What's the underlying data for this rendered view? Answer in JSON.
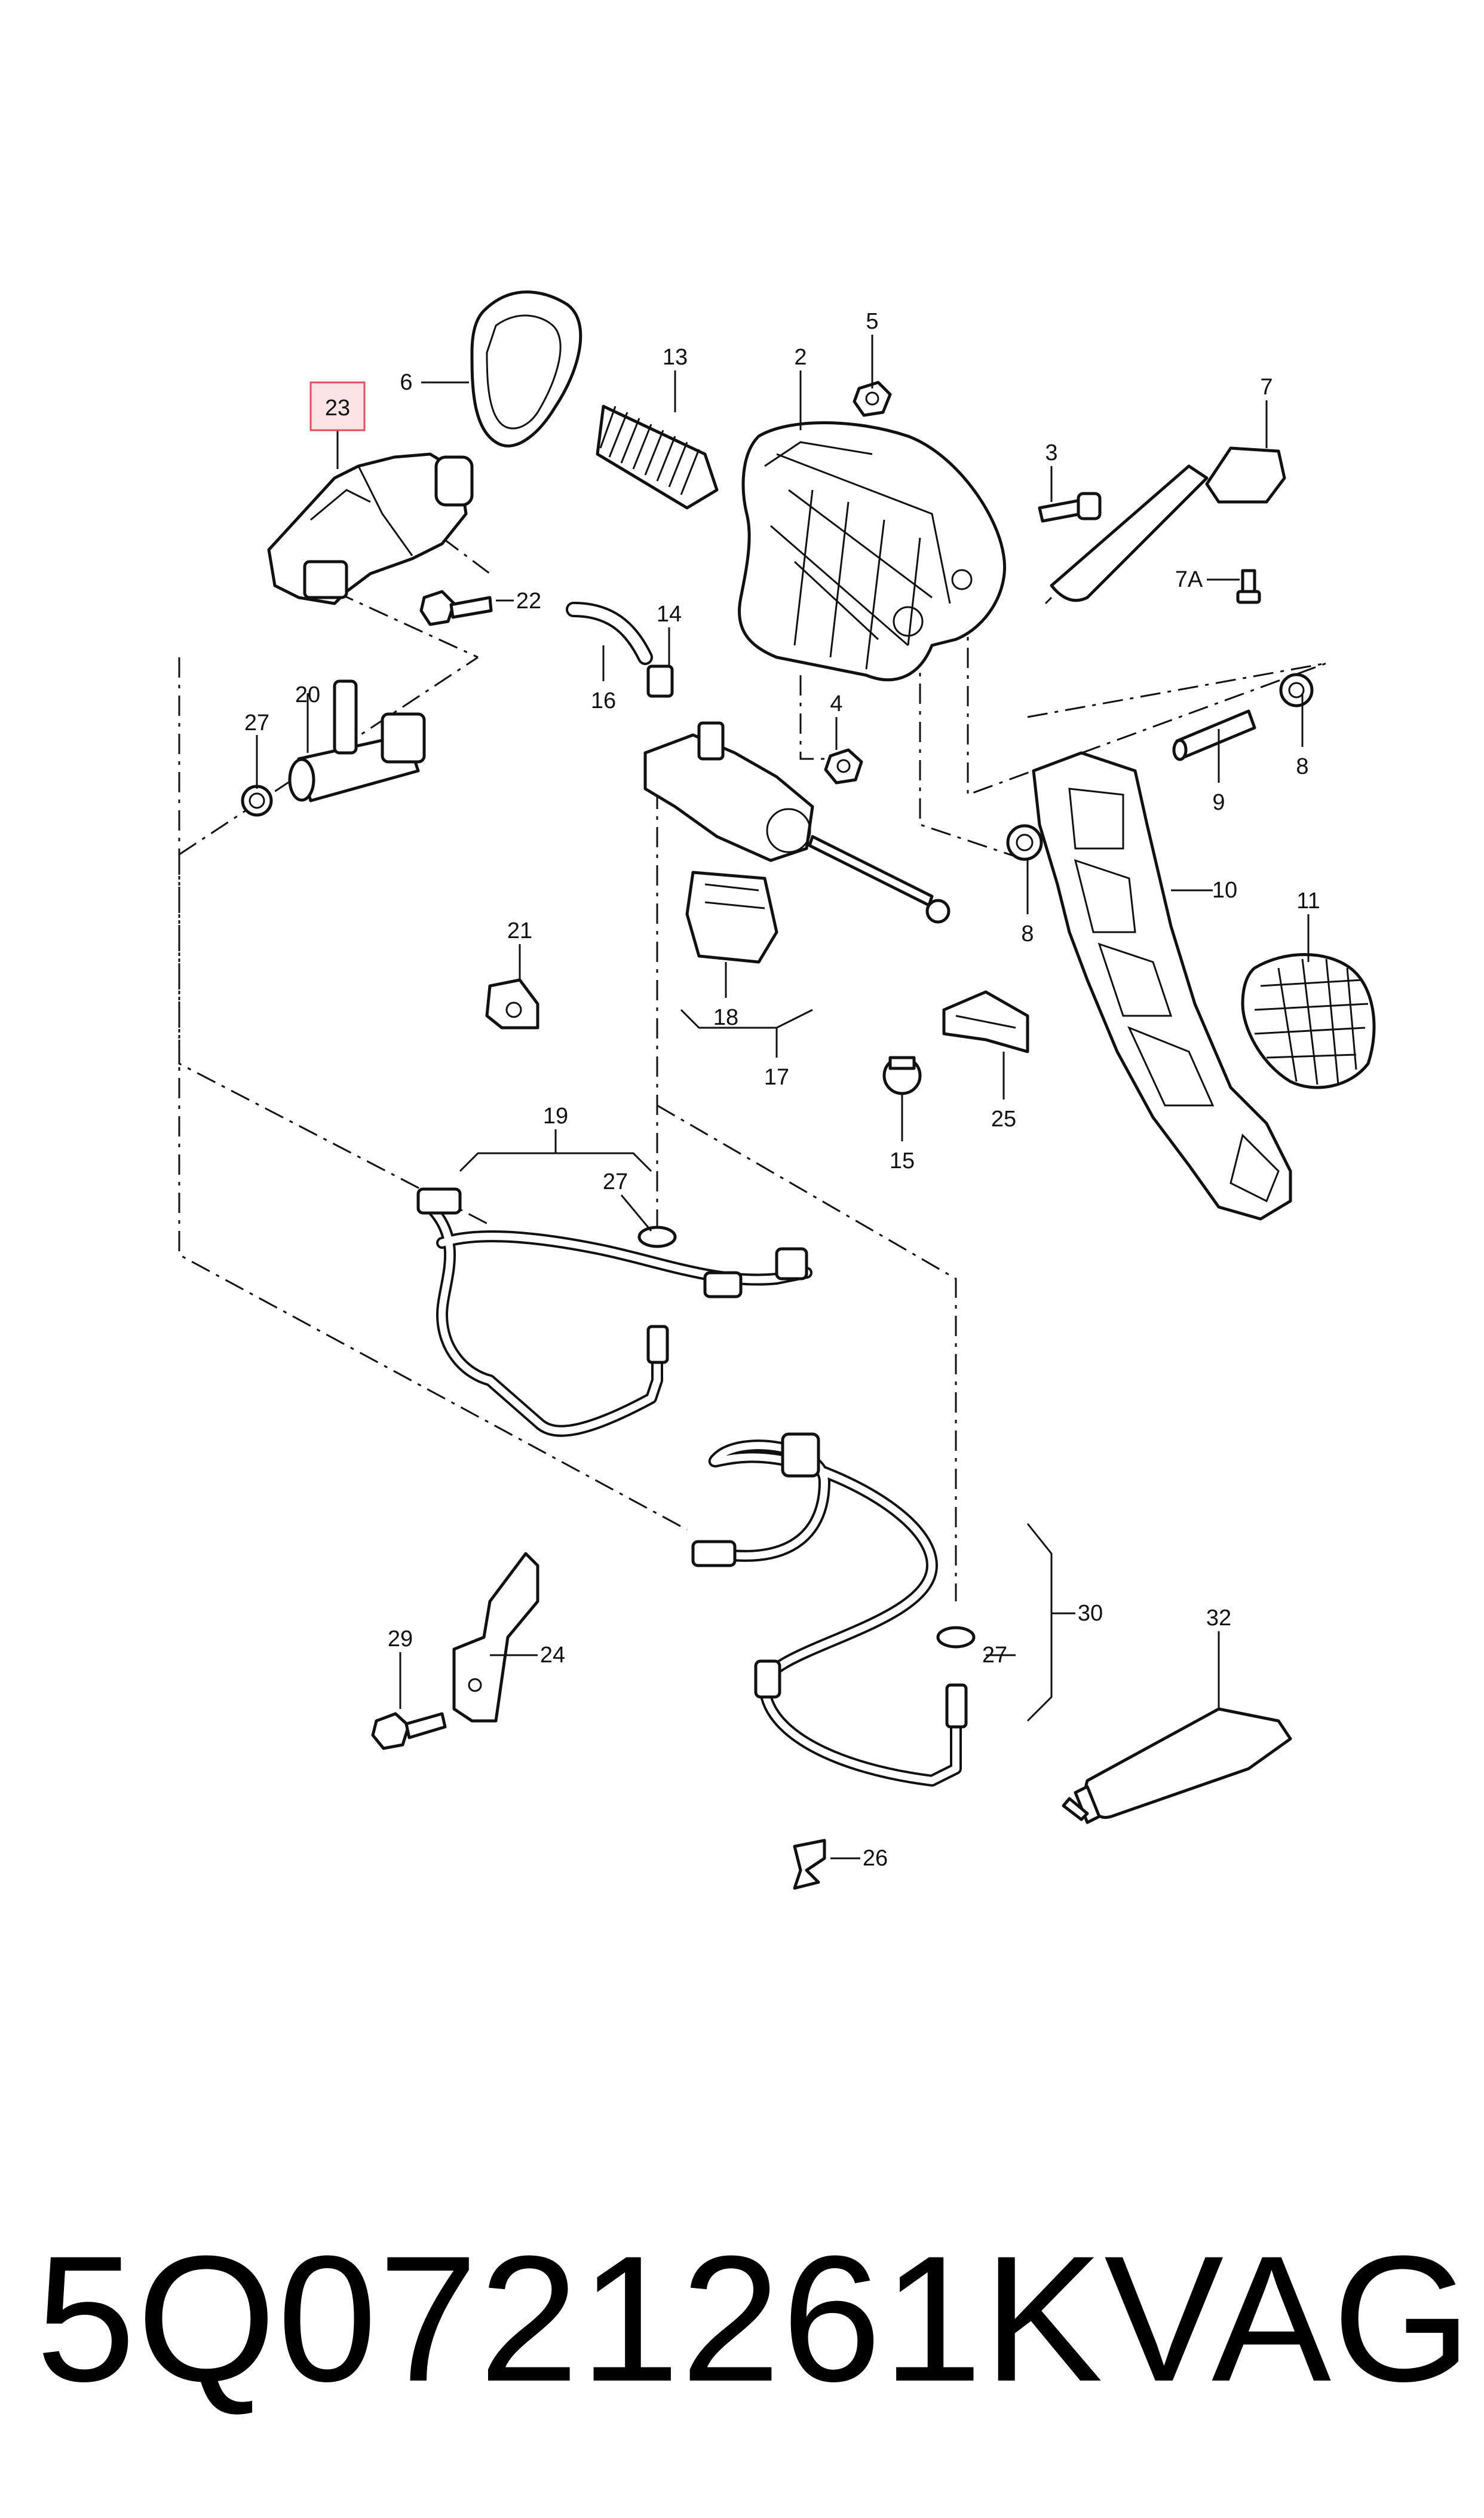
{
  "highlighted_callout": "23",
  "colors": {
    "highlight_fill": "#fbe3e6",
    "highlight_stroke": "#d9525e",
    "ink": "#111111"
  },
  "callouts": {
    "c2": "2",
    "c3": "3",
    "c4": "4",
    "c5": "5",
    "c6": "6",
    "c7": "7",
    "c7a": "7A",
    "c8a": "8",
    "c8b": "8",
    "c9": "9",
    "c10": "10",
    "c11": "11",
    "c13": "13",
    "c14": "14",
    "c15": "15",
    "c16": "16",
    "c17": "17",
    "c18": "18",
    "c19": "19",
    "c20": "20",
    "c21": "21",
    "c22": "22",
    "c23": "23",
    "c24": "24",
    "c25": "25",
    "c26": "26",
    "c27a": "27",
    "c27b": "27",
    "c27c": "27",
    "c29": "29",
    "c30": "30",
    "c32": "32"
  },
  "footer": {
    "part_number": "5Q0721261K",
    "brand": "VAG"
  }
}
